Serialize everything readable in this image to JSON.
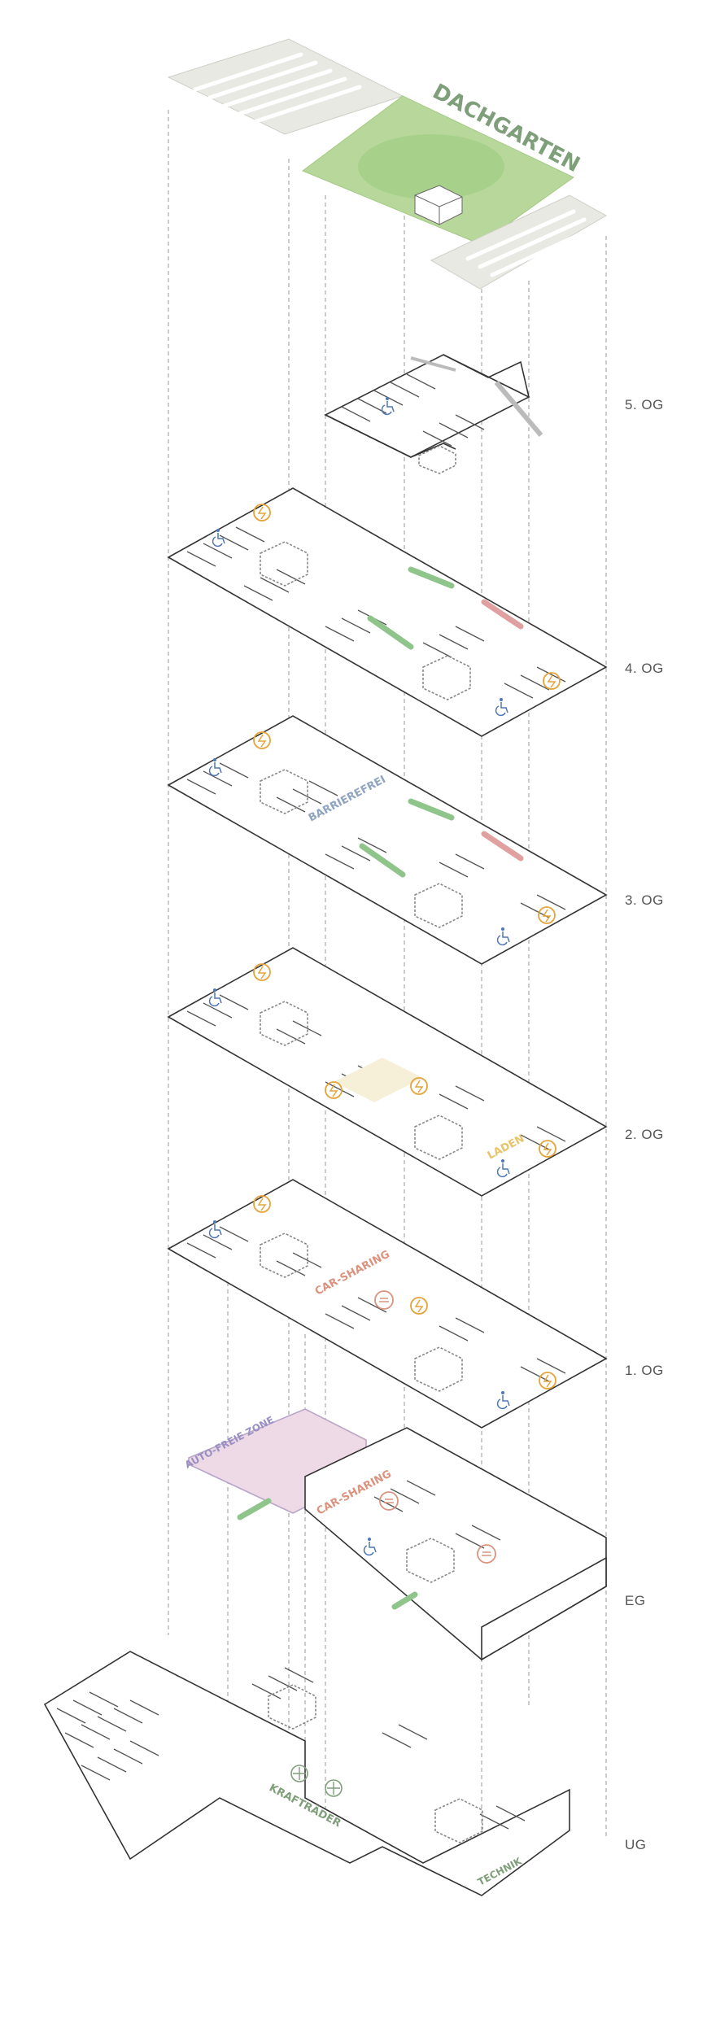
{
  "floors": [
    {
      "id": "5og",
      "label": "5. OG"
    },
    {
      "id": "4og",
      "label": "4. OG"
    },
    {
      "id": "3og",
      "label": "3. OG"
    },
    {
      "id": "2og",
      "label": "2. OG"
    },
    {
      "id": "1og",
      "label": "1. OG"
    },
    {
      "id": "eg",
      "label": "EG"
    },
    {
      "id": "ug",
      "label": "UG"
    }
  ],
  "zones": {
    "dachgarten": "DACHGARTEN",
    "barrierefrei": "BARRIEREFREI",
    "laden": "LADEN",
    "car_sharing_1og": "CAR-SHARING",
    "car_sharing_eg": "CAR-SHARING",
    "auto_freie_zone": "AUTO-FREIE ZONE",
    "kraftraeder": "KRAFTRÄDER",
    "technik": "TECHNIK"
  },
  "colors": {
    "line": "#444444",
    "roof_tile": "#e9e9e4",
    "garden": "#b7d89a",
    "garden_dark": "#8fbf6b",
    "zone_green": "#7f9f7a",
    "zone_blue": "#8fa4c0",
    "zone_yellow": "#e8c469",
    "zone_red": "#d9937f",
    "zone_purple": "#9a8fc2",
    "auto_free_fill": "#eed9e6",
    "accessible_blue": "#4f76b5",
    "charging_orange": "#e5a43a",
    "arrow_green": "#8fc48b",
    "arrow_red": "#e0a0a0"
  },
  "icons": [
    "wheelchair-icon",
    "ev-charging-icon",
    "car-sharing-icon",
    "motorcycle-icon",
    "exit-arrow-icon"
  ]
}
